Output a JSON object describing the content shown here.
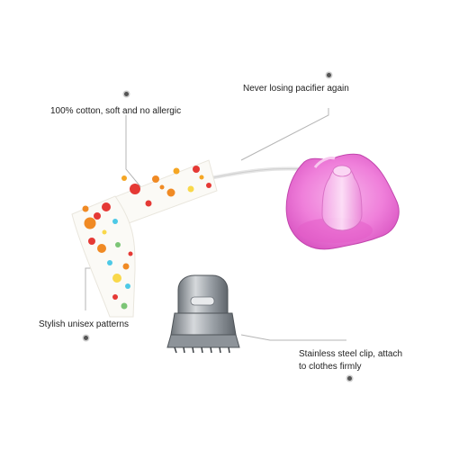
{
  "annotations": {
    "cotton": "100% cotton,  soft and no allergic",
    "pacifier": "Never losing pacifier again",
    "patterns": "Stylish unisex patterns",
    "clip_line1": "Stainless steel clip, attach",
    "clip_line2": "to clothes firmly"
  },
  "colors": {
    "accent_dots": [
      "#e53935",
      "#f5a623",
      "#f08a24",
      "#4dc9e6",
      "#7cc576",
      "#f9d84a",
      "#c62828"
    ],
    "pacifier_pink": "#ec6fd4",
    "clip_metal": "#9aa0a6",
    "leader_lines": "#b5b5b5"
  },
  "icons": [
    "bullet-dot-icon"
  ]
}
